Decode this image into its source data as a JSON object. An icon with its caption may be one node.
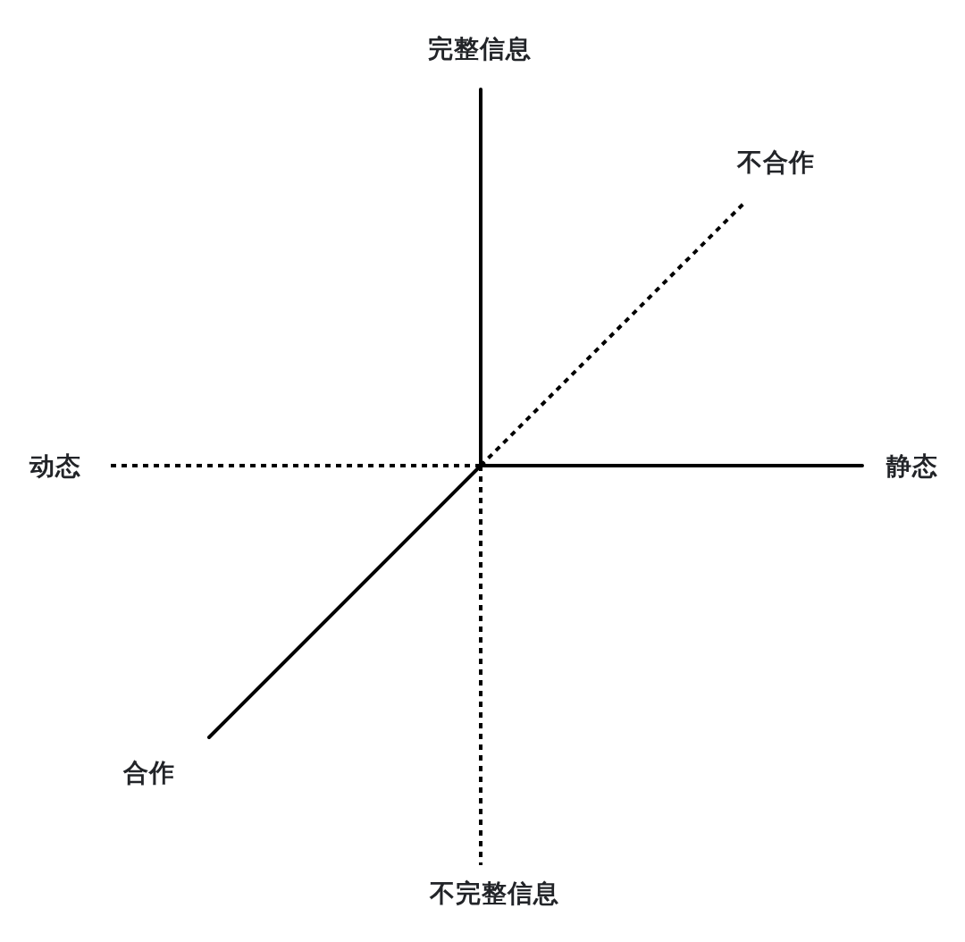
{
  "diagram": {
    "labels": [
      "完整信息",
      "不合作",
      "动态",
      "静态",
      "合作",
      "不完整信息"
    ]
  }
}
